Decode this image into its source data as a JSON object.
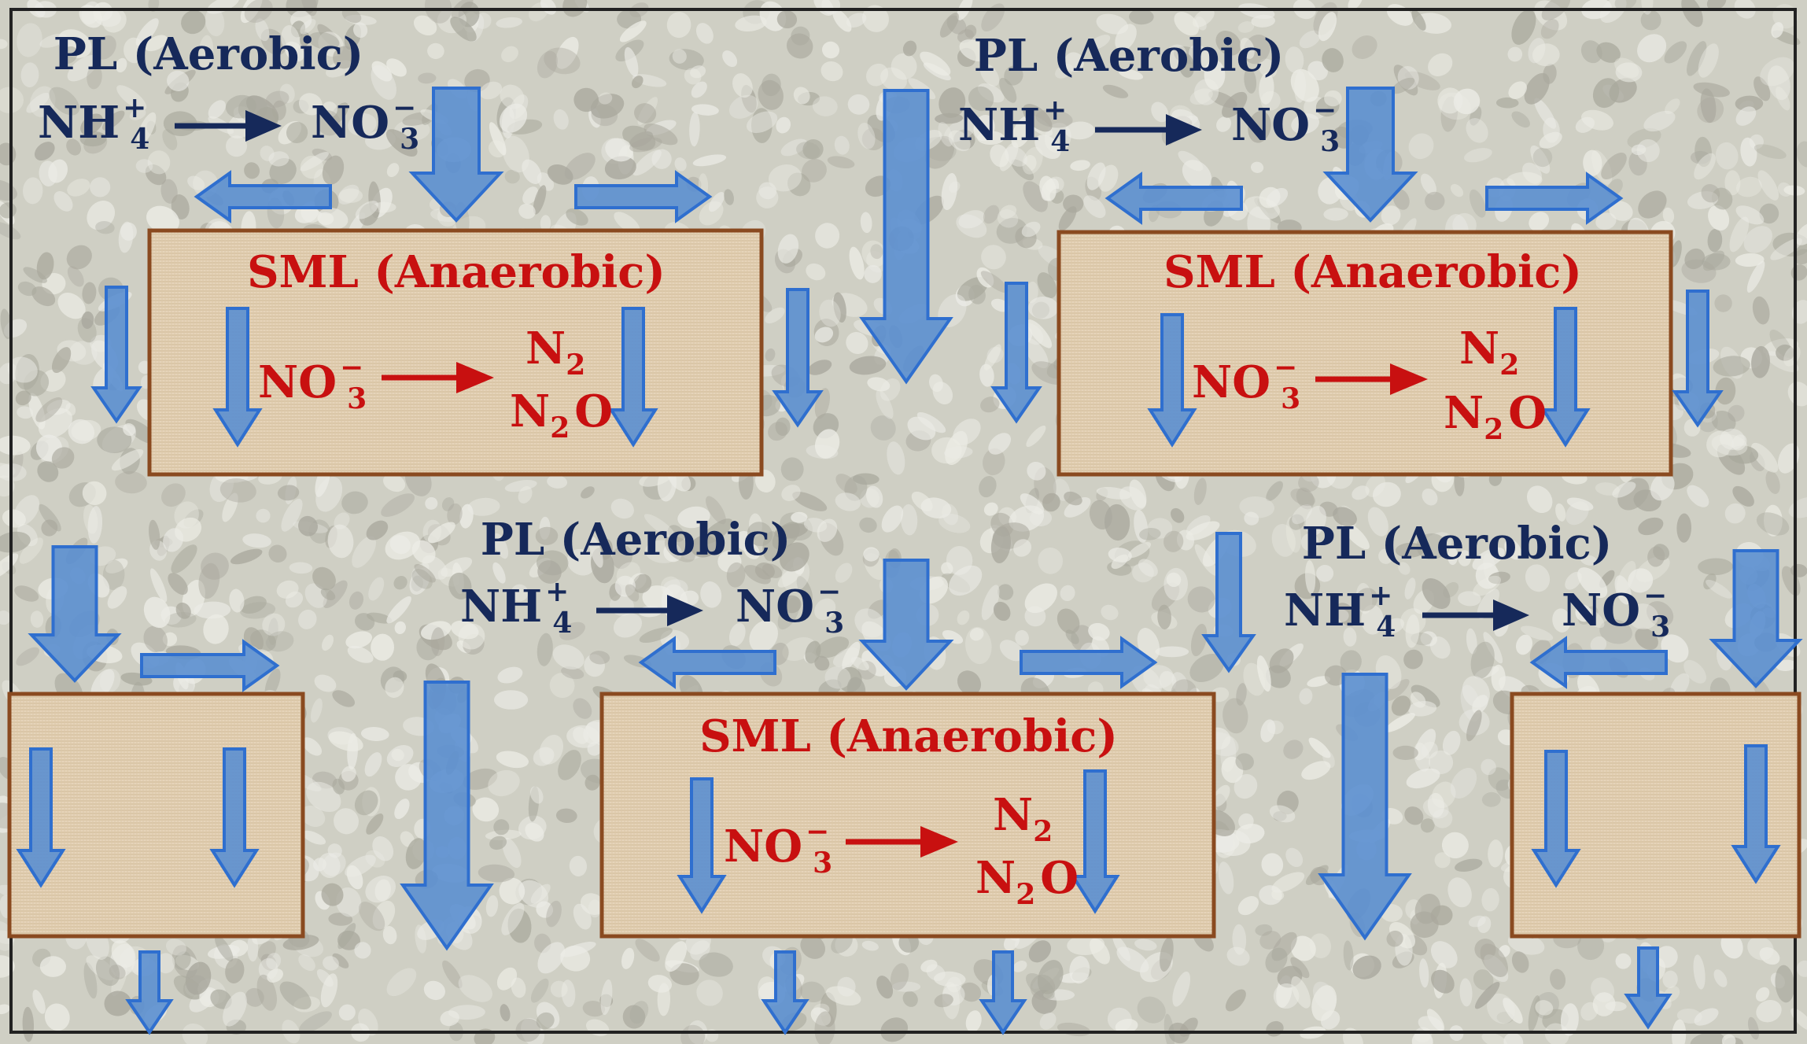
{
  "labels": {
    "pl_aerobic": "PL (Aerobic)",
    "sml_anaerobic": "SML (Anaerobic)"
  },
  "chem": {
    "ammonium_base": "NH",
    "ammonium_sub": "4",
    "ammonium_sup": "+",
    "nitrate_base": "NO",
    "nitrate_sub": "3",
    "nitrate_sup": "−",
    "n2_base": "N",
    "n2_sub": "2",
    "n2o_base": "N",
    "n2o_sub": "2",
    "n2o_tail": "O"
  },
  "colors": {
    "background": "#cfcfc4",
    "pebble_light": "#ecece6",
    "pebble_shadow": "#a9a89d",
    "sml_fill": "#e6d4ba",
    "sml_border": "#8a4a20",
    "flow_arrow_fill": "#5b8fd0",
    "flow_arrow_edge": "#2f6fcf",
    "aerobic_text": "#16295a",
    "anaerobic_text": "#c81010"
  }
}
